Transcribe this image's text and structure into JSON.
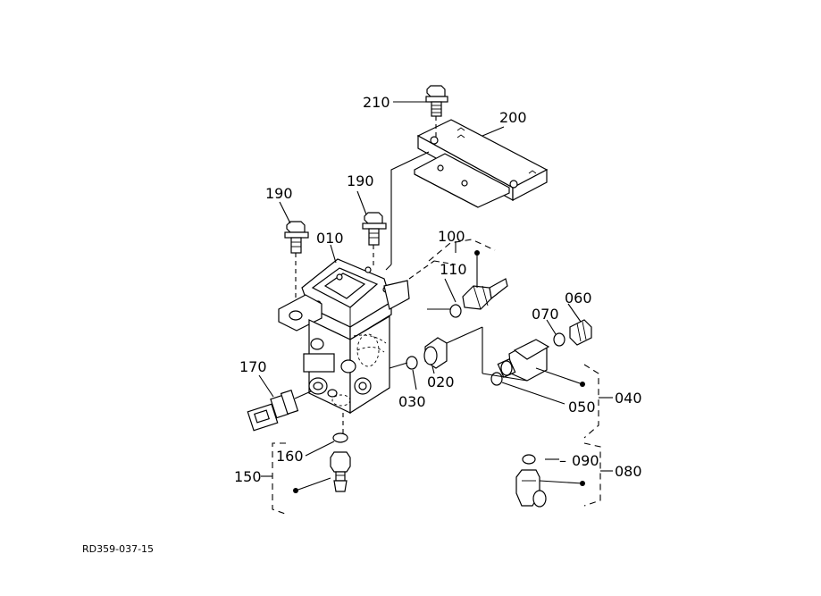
{
  "drawing_code": "RD359-037-15",
  "labels": {
    "p210": "210",
    "p200": "200",
    "p190a": "190",
    "p190b": "190",
    "p010": "010",
    "p100": "100",
    "p110": "110",
    "p060": "060",
    "p070": "070",
    "p170": "170",
    "p020": "020",
    "p030": "030",
    "p040": "040",
    "p050": "050",
    "p160": "160",
    "p150": "150",
    "p090": "090",
    "p080": "080"
  }
}
